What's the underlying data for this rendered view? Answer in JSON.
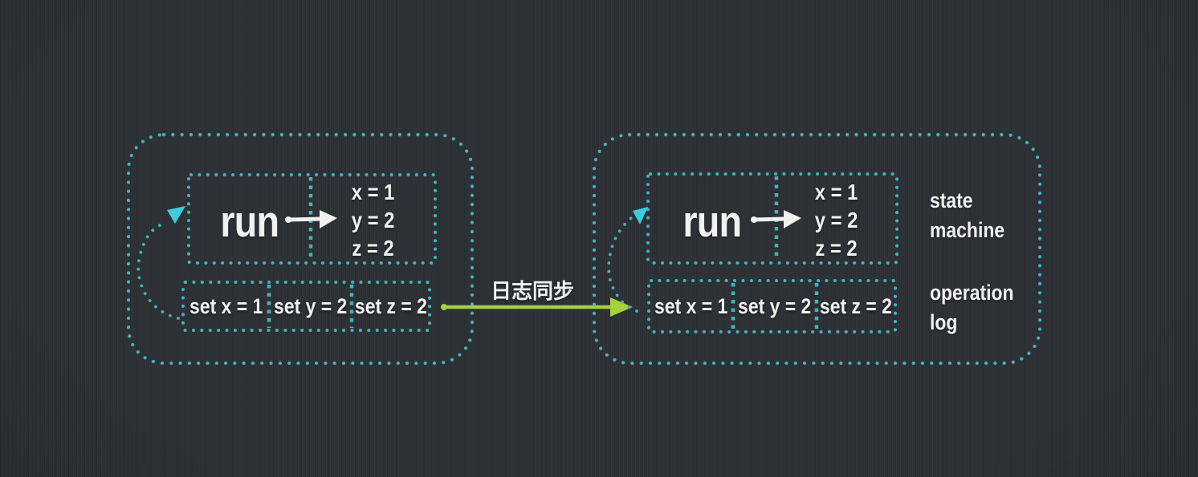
{
  "colors": {
    "background": "#2e3236",
    "dots": "#3fb4bf",
    "arrowhead": "#3ecddf",
    "sync_arrow": "#a5d13c",
    "text": "#f1f1ef"
  },
  "left_machine": {
    "run_label": "run",
    "state_values": [
      "x = 1",
      "y = 2",
      "z = 2"
    ],
    "log_entries": [
      "set x = 1",
      "set y = 2",
      "set z = 2"
    ]
  },
  "right_machine": {
    "run_label": "run",
    "state_values": [
      "x = 1",
      "y = 2",
      "z = 2"
    ],
    "log_entries": [
      "set x = 1",
      "set y = 2",
      "set z = 2"
    ]
  },
  "sync": {
    "label": "日志同步"
  },
  "legend": {
    "state_machine": [
      "state",
      "machine"
    ],
    "operation_log": [
      "operation",
      "log"
    ]
  }
}
